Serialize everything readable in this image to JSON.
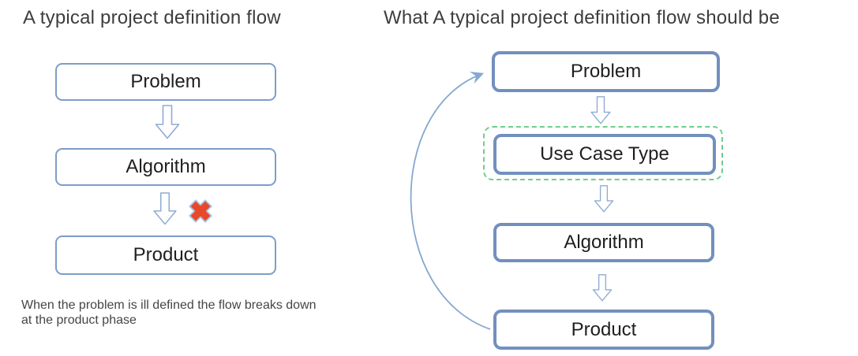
{
  "left_panel": {
    "title": "A typical project definition flow",
    "boxes": [
      "Problem",
      "Algorithm",
      "Product"
    ],
    "caption": "When the problem is ill defined the flow breaks down at the product phase"
  },
  "right_panel": {
    "title": "What A typical project definition flow should be",
    "boxes": [
      "Problem",
      "Use Case Type",
      "Algorithm",
      "Product"
    ],
    "highlighted_box": "Use Case Type"
  },
  "icons": {
    "down_arrow": "hollow-block-down-arrow",
    "cross_mark": "red-x-break-marker",
    "loop_arrow": "curved-feedback-arrow-product-to-problem"
  },
  "colors": {
    "box_border_left": "#7e9dc8",
    "box_border_right": "#7290be",
    "arrow_outline": "#8fabd3",
    "loop_arrow_stroke": "#85a8d0",
    "highlight_dashed_green": "#6fce8f",
    "cross_red": "#e8492b",
    "title_text": "#3d3d3d",
    "box_text": "#1f1f1f",
    "caption_text": "#454545"
  }
}
